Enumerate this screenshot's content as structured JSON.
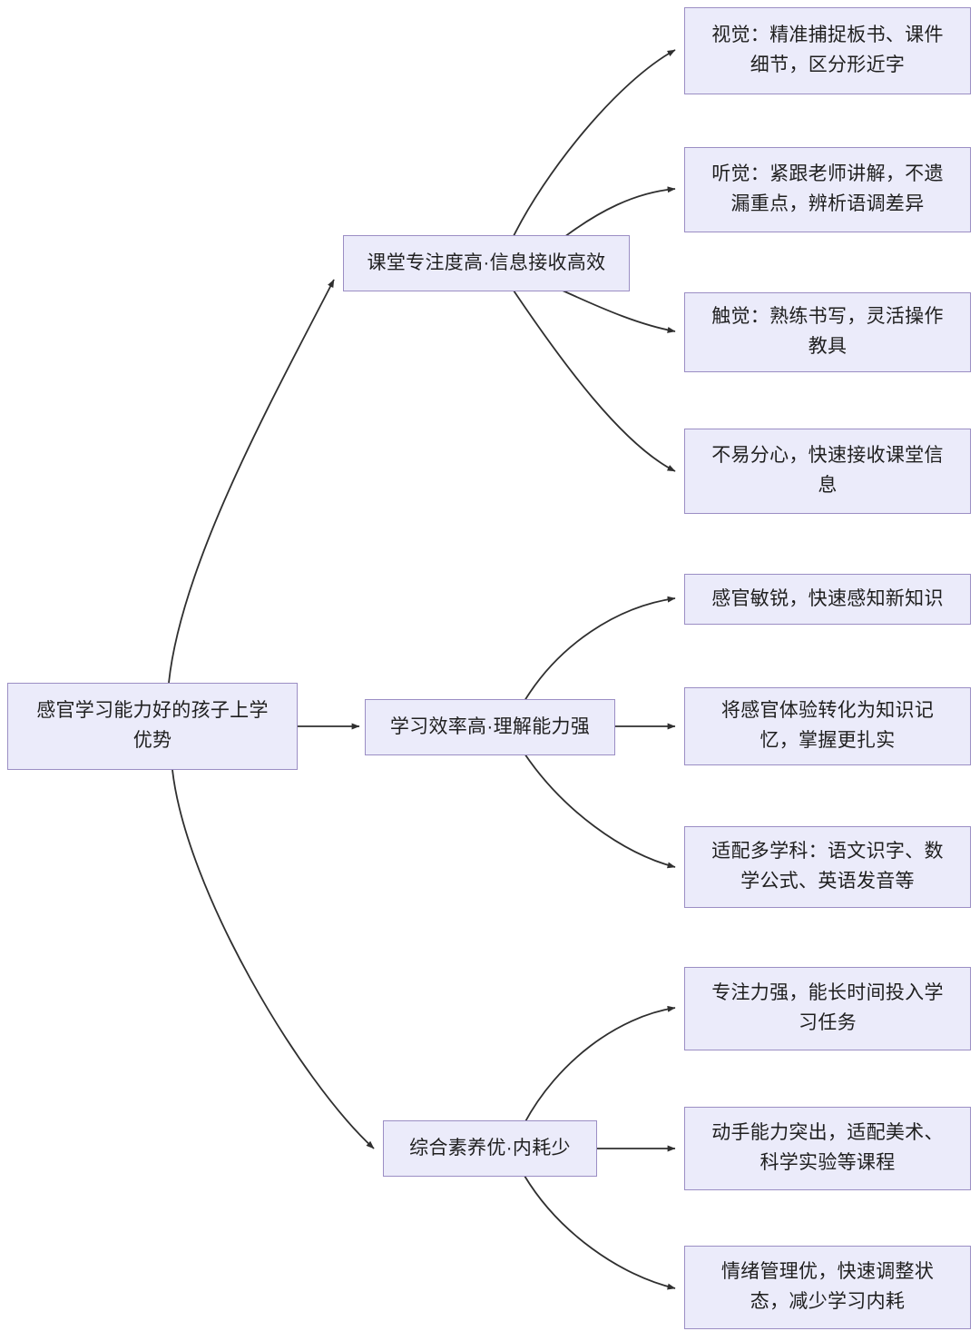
{
  "diagram": {
    "type": "mind-map",
    "title": "感官学习能力好的孩子上学优势",
    "orientation": "left-to-right",
    "colors": {
      "node_fill": "#ebebfa",
      "node_border": "#9b8ec4",
      "edge": "#2f2f2f",
      "text": "#1f1f1f",
      "background": "#ffffff"
    }
  },
  "root": {
    "id": "root",
    "label": "感官学习能力好的孩子上学\n优势"
  },
  "branches": [
    {
      "id": "branch-1",
      "label": "课堂专注度高·信息接收高效",
      "leaves": [
        {
          "id": "leaf-1-1",
          "label": "视觉：精准捕捉板书、课件\n细节，区分形近字"
        },
        {
          "id": "leaf-1-2",
          "label": "听觉：紧跟老师讲解，不遗\n漏重点，辨析语调差异"
        },
        {
          "id": "leaf-1-3",
          "label": "触觉：熟练书写，灵活操作\n教具"
        },
        {
          "id": "leaf-1-4",
          "label": "不易分心，快速接收课堂信\n息"
        }
      ]
    },
    {
      "id": "branch-2",
      "label": "学习效率高·理解能力强",
      "leaves": [
        {
          "id": "leaf-2-1",
          "label": "感官敏锐，快速感知新知识"
        },
        {
          "id": "leaf-2-2",
          "label": "将感官体验转化为知识记\n忆，掌握更扎实"
        },
        {
          "id": "leaf-2-3",
          "label": "适配多学科：语文识字、数\n学公式、英语发音等"
        }
      ]
    },
    {
      "id": "branch-3",
      "label": "综合素养优·内耗少",
      "leaves": [
        {
          "id": "leaf-3-1",
          "label": "专注力强，能长时间投入学\n习任务"
        },
        {
          "id": "leaf-3-2",
          "label": "动手能力突出，适配美术、\n科学实验等课程"
        },
        {
          "id": "leaf-3-3",
          "label": "情绪管理优，快速调整状\n态，减少学习内耗"
        }
      ]
    }
  ]
}
